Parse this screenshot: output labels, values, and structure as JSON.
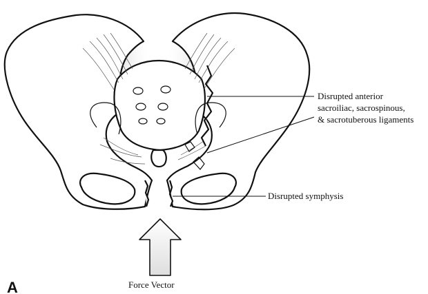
{
  "labels": {
    "ligaments_line1": "Disrupted anterior",
    "ligaments_line2": "sacroiliac, sacrospinous,",
    "ligaments_line3": "& sacrotuberous ligaments",
    "symphysis": "Disrupted symphysis",
    "force_vector": "Force Vector",
    "panel_letter": "A"
  },
  "colors": {
    "outline": "#111111",
    "shading": "#d9d9d9",
    "arrow_fill": "#eeeeee"
  }
}
